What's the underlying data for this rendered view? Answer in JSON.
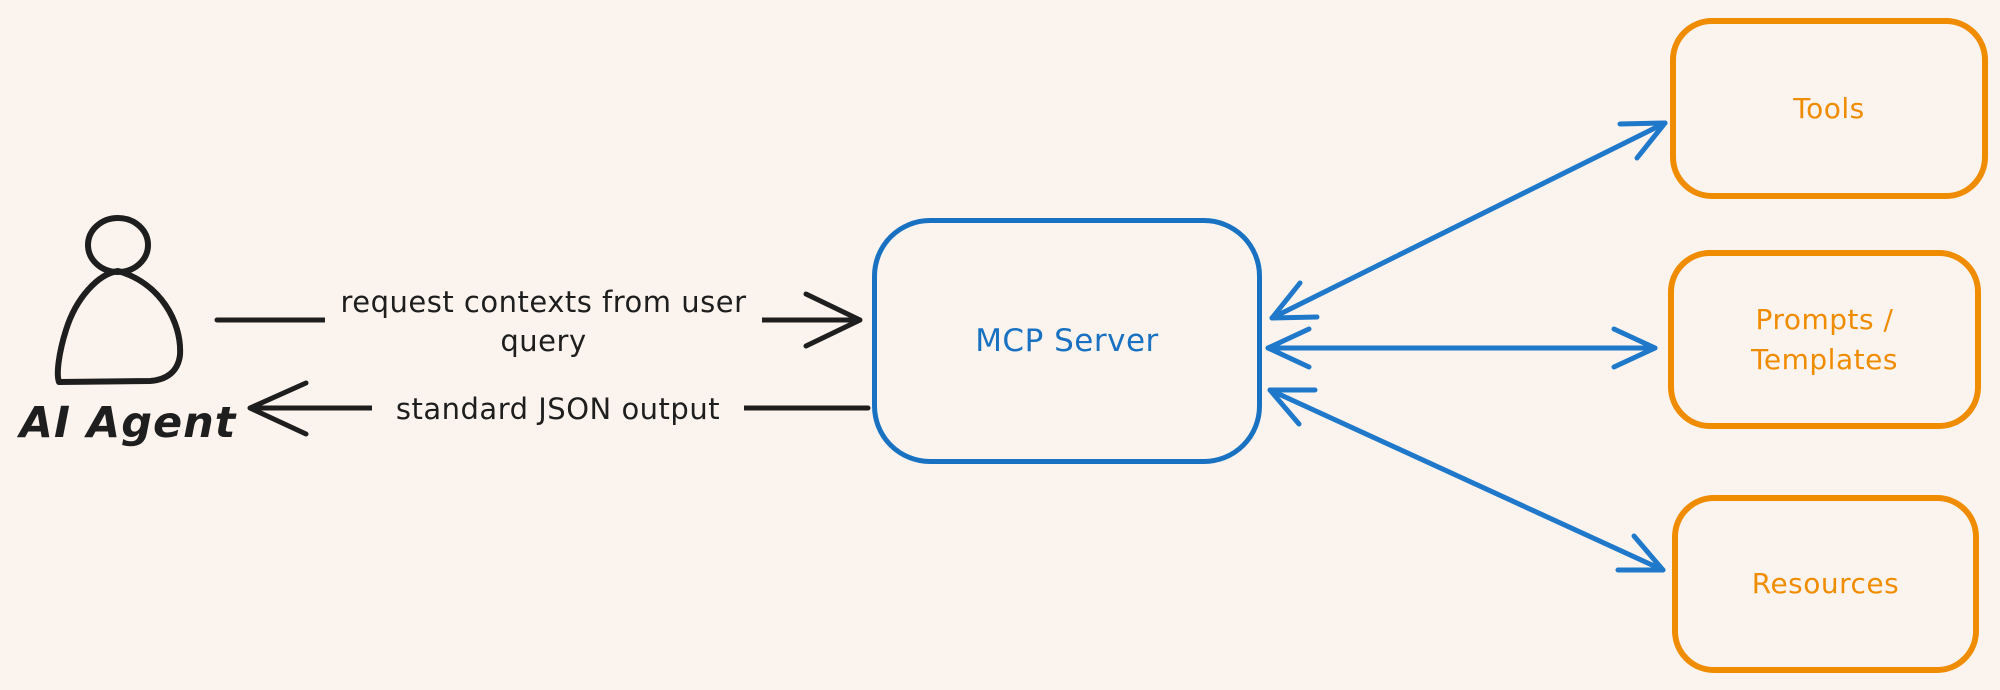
{
  "diagram": {
    "title": "MCP Server diagram",
    "colors": {
      "background": "#fbf4ee",
      "ink": "#1e1e1e",
      "blue": "#1971c2",
      "orange": "#f08c00",
      "hatch": "#c5cfd9"
    },
    "agent": {
      "label": "AI Agent",
      "icon": "person-icon"
    },
    "flows": {
      "request": {
        "label": "request contexts from user\nquery",
        "direction": "agent-to-server"
      },
      "response": {
        "label": "standard JSON output",
        "direction": "server-to-agent"
      }
    },
    "server": {
      "label": "MCP Server"
    },
    "capabilities": {
      "tools": {
        "label": "Tools"
      },
      "prompts": {
        "label": "Prompts /\nTemplates"
      },
      "resources": {
        "label": "Resources"
      }
    }
  }
}
